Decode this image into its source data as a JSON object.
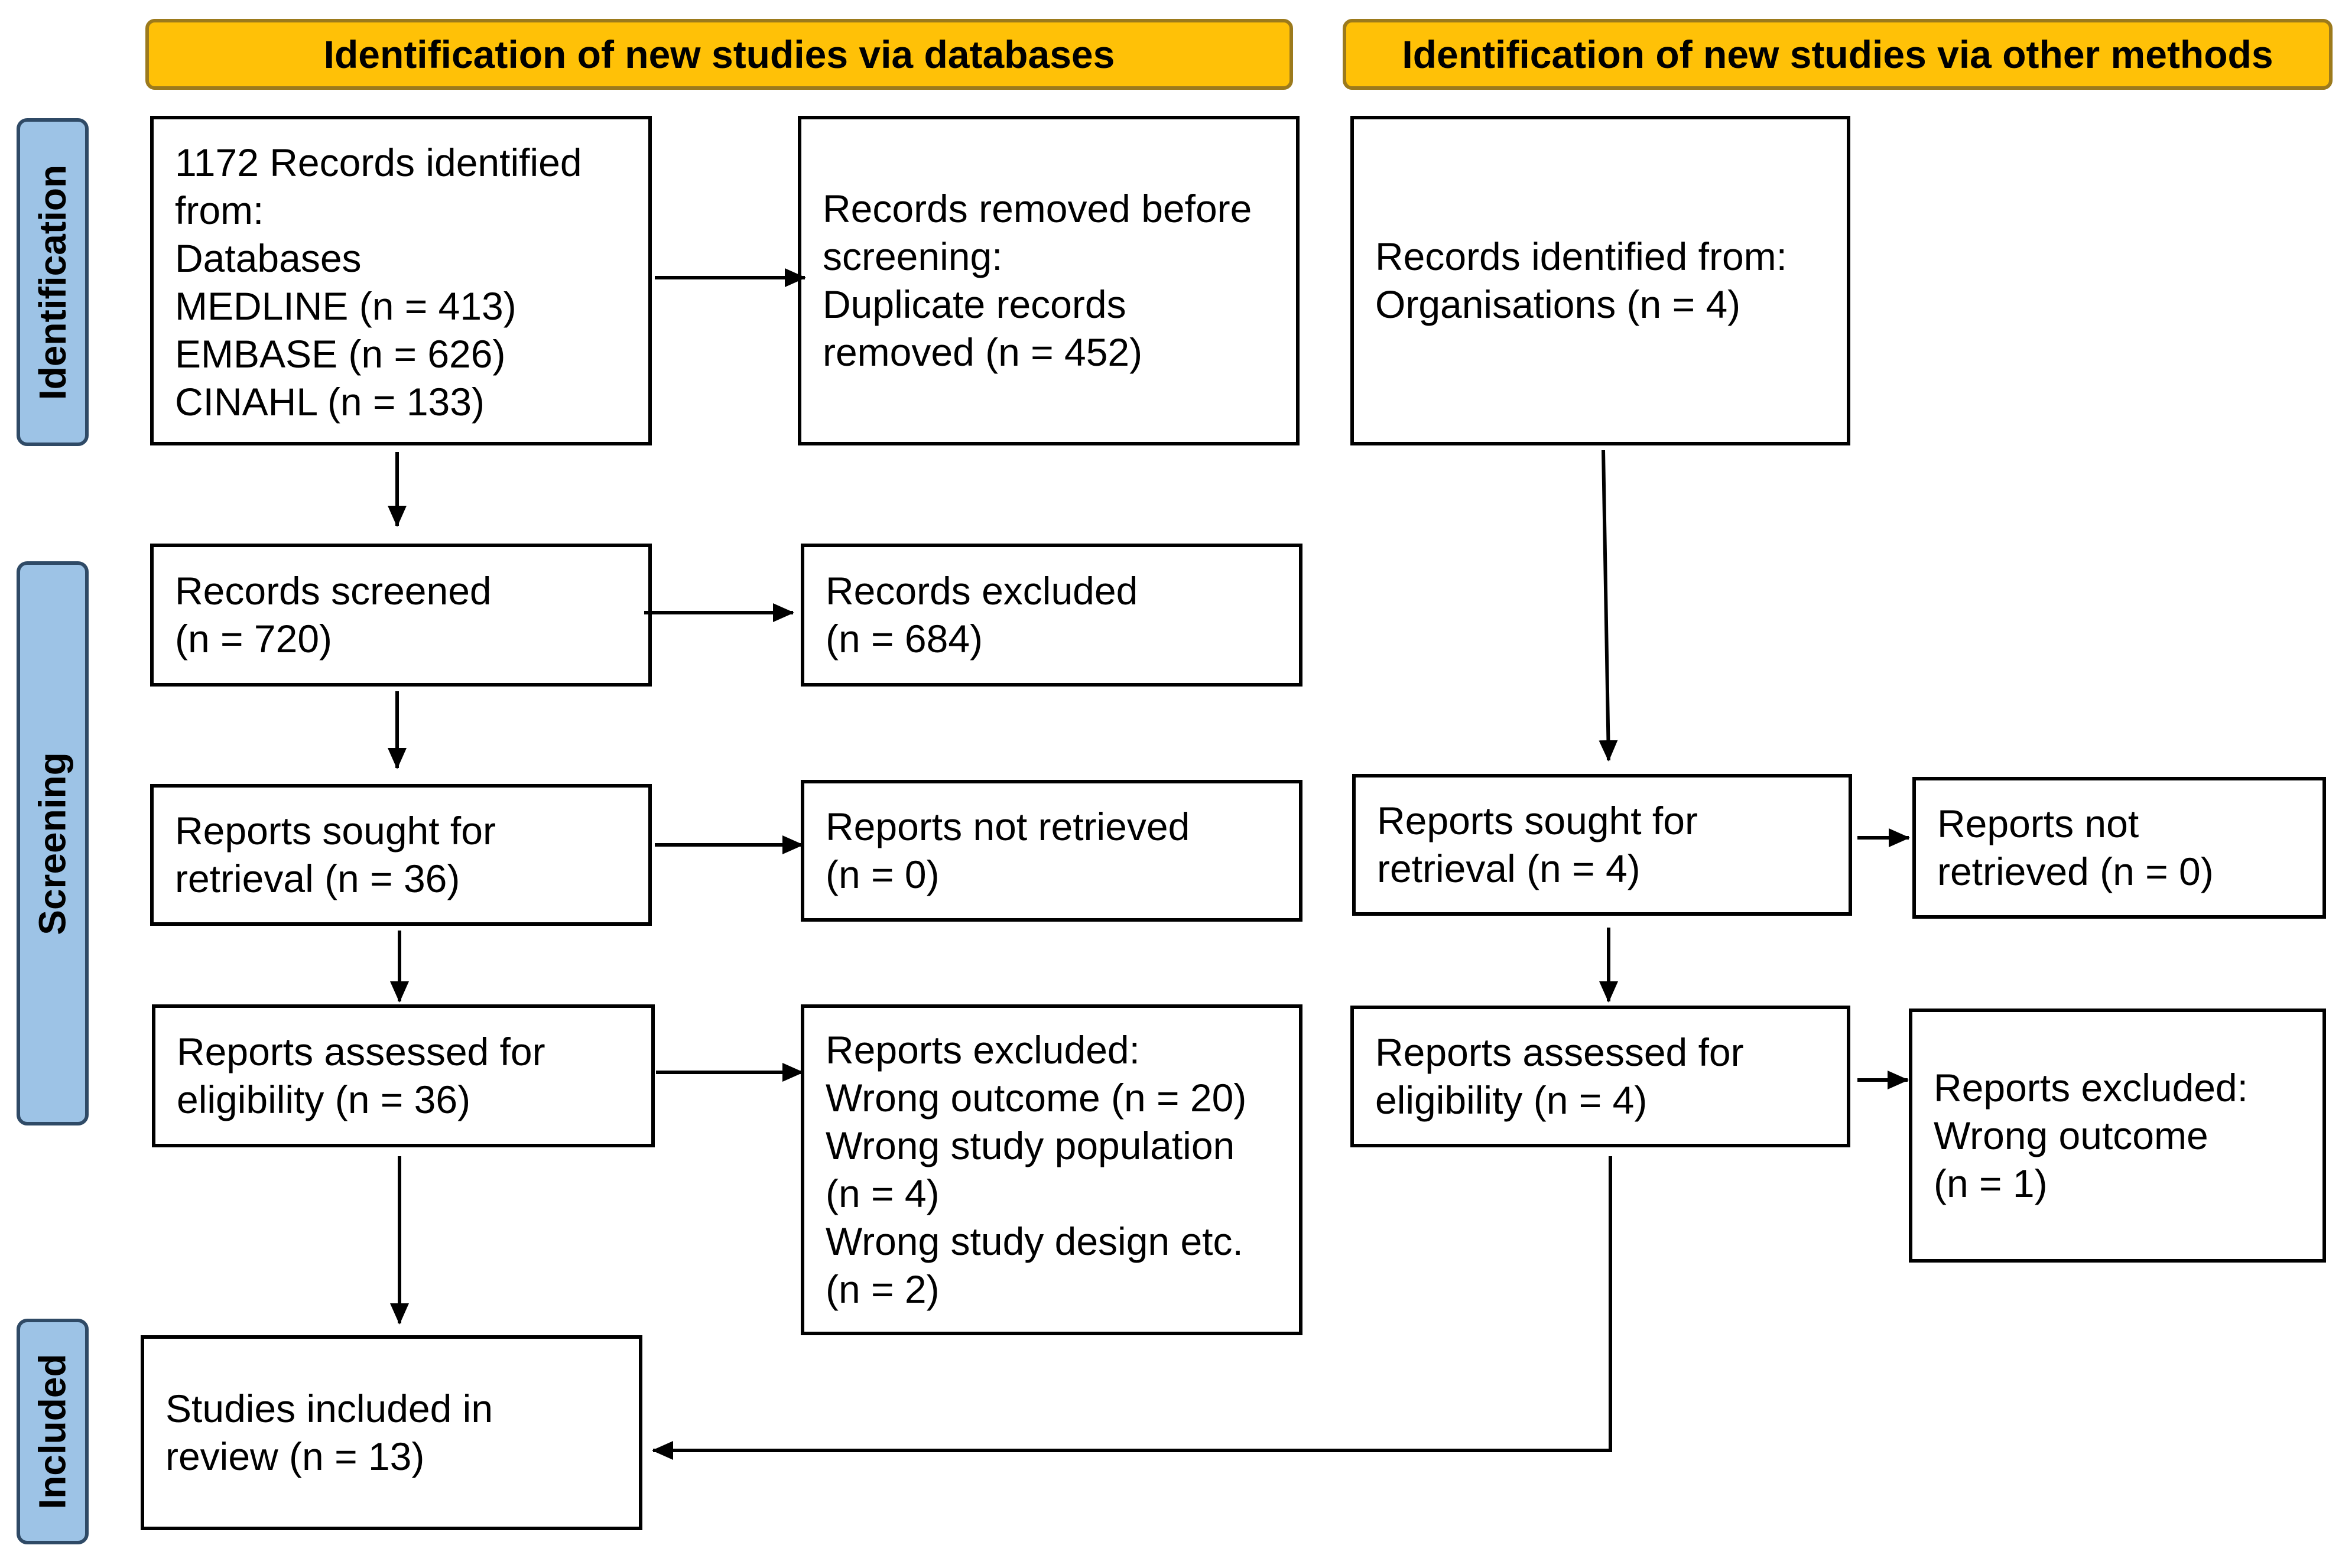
{
  "colors": {
    "header_fill": "#FFC107",
    "header_border": "#9C7A1C",
    "phase_fill": "#9DC3E6",
    "phase_border": "#2F4A66",
    "box_border": "#000000",
    "arrow": "#000000"
  },
  "headers": {
    "databases": "Identification of new studies via databases",
    "other_methods": "Identification of new studies via other methods"
  },
  "phases": {
    "identification": "Identification",
    "screening": "Screening",
    "included": "Included"
  },
  "databases": {
    "records_identified": "1172 Records identified\nfrom:\nDatabases\nMEDLINE (n = 413)\nEMBASE (n = 626)\nCINAHL (n = 133)",
    "records_removed": "Records removed before\nscreening:\nDuplicate records\nremoved (n = 452)",
    "records_screened": "Records screened\n(n = 720)",
    "records_excluded": "Records excluded\n(n = 684)",
    "reports_sought": "Reports sought for\nretrieval (n = 36)",
    "reports_not_retrieved": "Reports not retrieved\n(n = 0)",
    "reports_assessed": "Reports assessed for\neligibility (n = 36)",
    "reports_excluded": "Reports excluded:\nWrong outcome (n = 20)\nWrong study population\n(n = 4)\nWrong study design etc.\n(n = 2)",
    "studies_included": "Studies included in\nreview (n = 13)"
  },
  "other_methods": {
    "records_identified": "Records identified from:\nOrganisations (n = 4)",
    "reports_sought": "Reports sought for\nretrieval (n = 4)",
    "reports_not_retrieved": "Reports not\nretrieved (n = 0)",
    "reports_assessed": "Reports assessed for\neligibility (n = 4)",
    "reports_excluded": "Reports excluded:\nWrong outcome\n(n = 1)"
  }
}
